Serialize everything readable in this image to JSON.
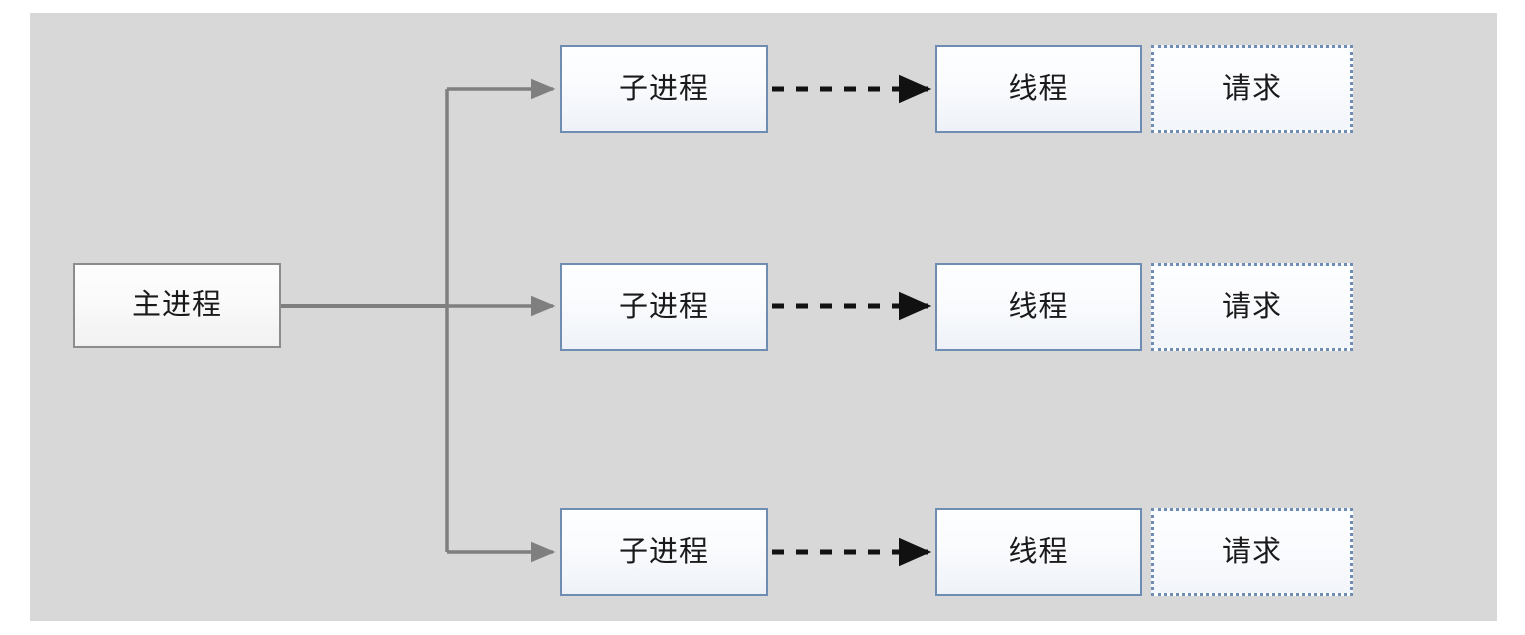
{
  "diagram": {
    "title": "",
    "canvas_color": "#d8d8d8",
    "page_background": "#ffffff",
    "colors": {
      "node_border_blue": "#6f8cb3",
      "node_border_gray": "#8c8c8c",
      "node_fill_top": "#fdfeff",
      "node_fill_bottom": "#eef2f8",
      "solid_connector": "#7f7f7f",
      "dashed_connector": "#000000",
      "text": "#1a1a1a"
    },
    "root": {
      "label": "主进程",
      "style": "gray-solid"
    },
    "rows": [
      {
        "child": {
          "label": "子进程",
          "style": "blue-solid"
        },
        "thread": {
          "label": "线程",
          "style": "blue-solid"
        },
        "request": {
          "label": "请求",
          "style": "blue-dotted"
        }
      },
      {
        "child": {
          "label": "子进程",
          "style": "blue-solid"
        },
        "thread": {
          "label": "线程",
          "style": "blue-solid"
        },
        "request": {
          "label": "请求",
          "style": "blue-dotted"
        }
      },
      {
        "child": {
          "label": "子进程",
          "style": "blue-solid"
        },
        "thread": {
          "label": "线程",
          "style": "blue-solid"
        },
        "request": {
          "label": "请求",
          "style": "blue-dotted"
        }
      }
    ],
    "connectors": [
      {
        "from": "主进程",
        "to": "子进程",
        "style": "solid-gray-arrow"
      },
      {
        "from": "子进程",
        "to": "线程",
        "style": "dashed-black-arrow"
      }
    ]
  }
}
